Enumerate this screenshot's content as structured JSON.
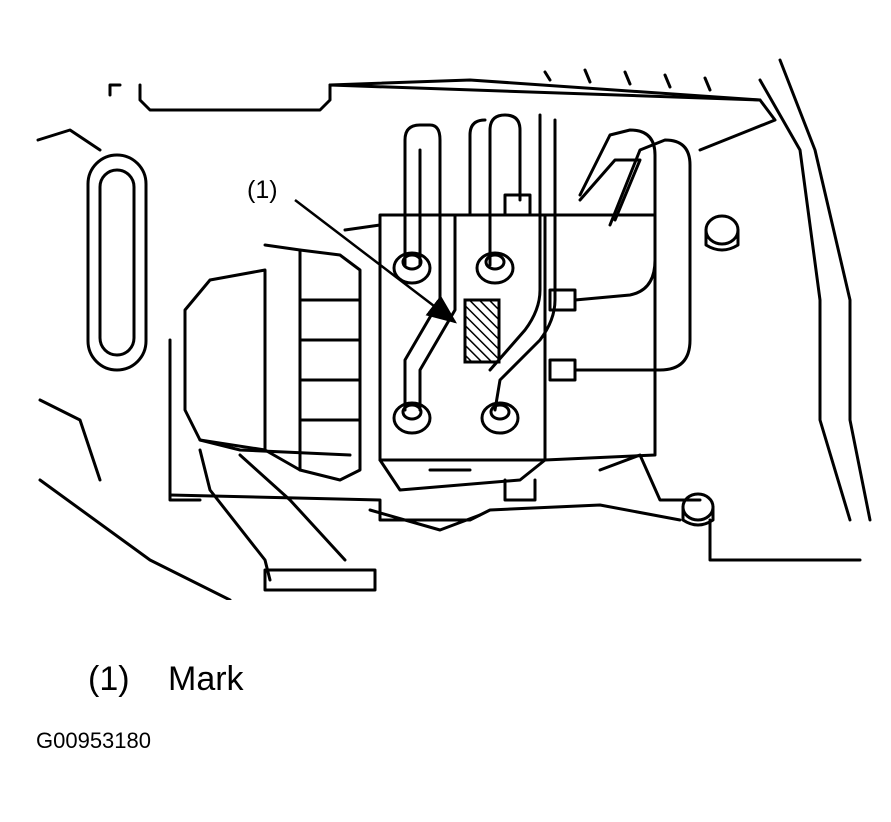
{
  "figure": {
    "callout": "(1)",
    "legend": [
      {
        "number": "(1)",
        "label": "Mark"
      }
    ],
    "figure_id": "G00953180"
  }
}
